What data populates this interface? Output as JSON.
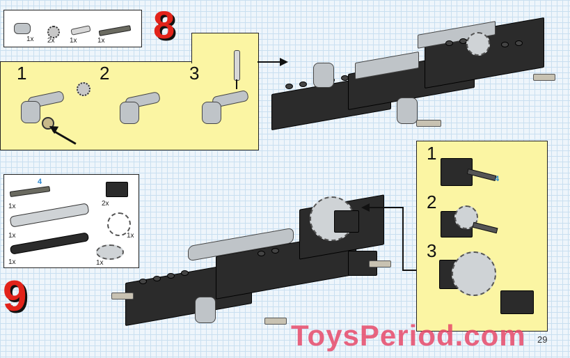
{
  "step8": {
    "number": "8",
    "parts": [
      {
        "qty": "1x",
        "icon": "connector-part-icon"
      },
      {
        "qty": "2x",
        "icon": "bush-part-icon"
      },
      {
        "qty": "1x",
        "icon": "pin-part-icon"
      },
      {
        "qty": "1x",
        "icon": "axle-part-icon"
      }
    ],
    "substeps": [
      "1",
      "2",
      "3"
    ]
  },
  "step9": {
    "number": "9",
    "axle_length": "4",
    "parts": [
      {
        "qty": "1x",
        "icon": "axle-part-icon"
      },
      {
        "qty": "1x",
        "icon": "gear-rack-part-icon"
      },
      {
        "qty": "1x",
        "icon": "beam-part-icon"
      },
      {
        "qty": "2x",
        "icon": "brick-part-icon"
      },
      {
        "qty": "1x",
        "icon": "small-gear-part-icon"
      },
      {
        "qty": "1x",
        "icon": "large-gear-part-icon"
      }
    ],
    "substeps": [
      "1",
      "2",
      "3"
    ],
    "callout_axle_length": "4"
  },
  "watermark": "ToysPeriod.com",
  "page_number": "29",
  "colors": {
    "step_number": "#e2231a",
    "callout_bg": "#fbf5a3",
    "accent_blue": "#2a87d0"
  }
}
